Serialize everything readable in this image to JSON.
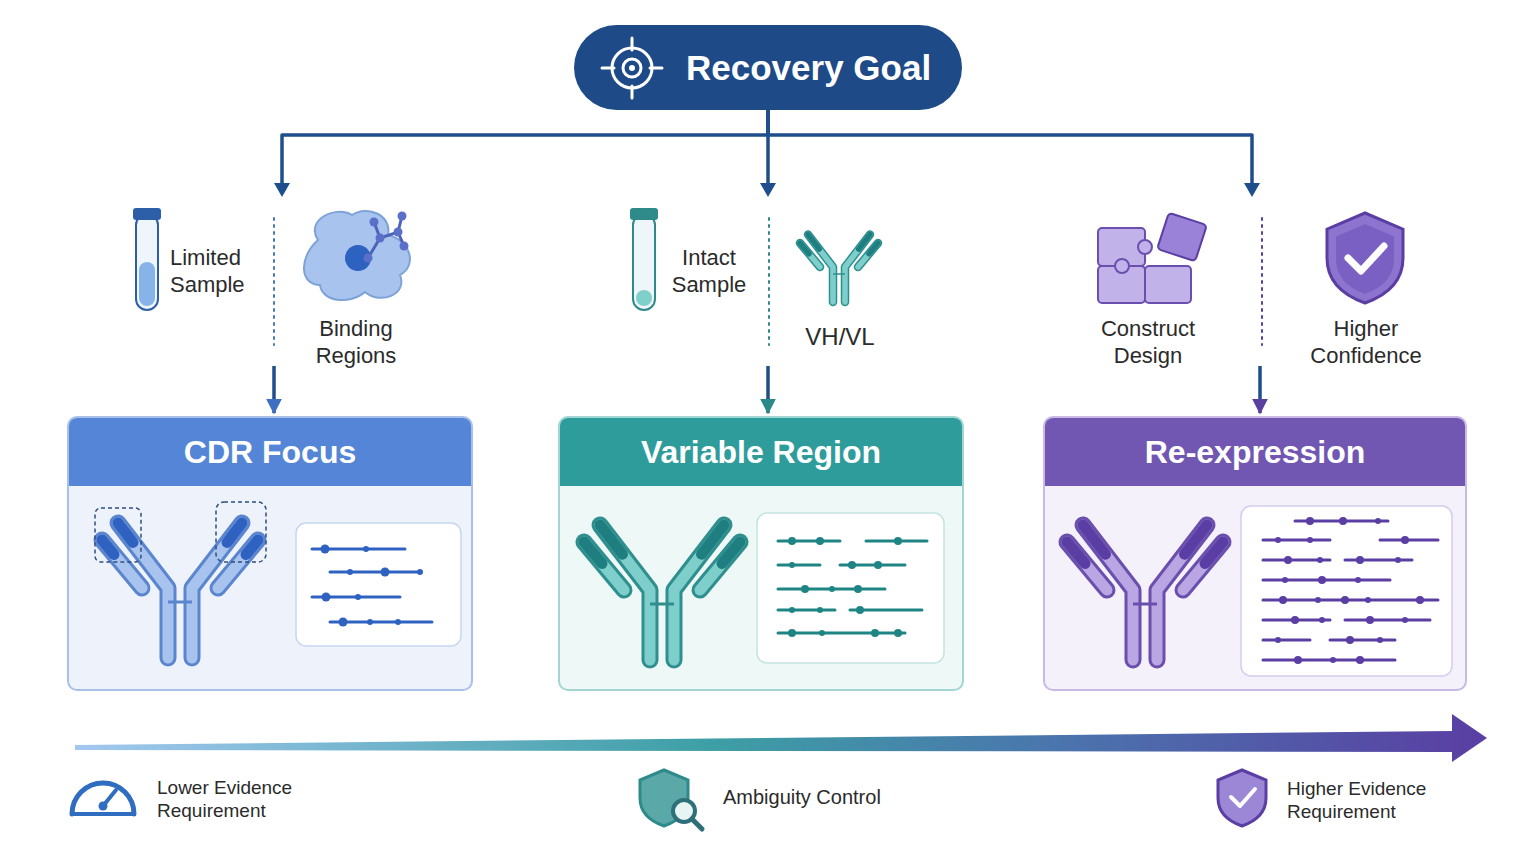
{
  "diagram": {
    "nodes": [
      {
        "text": [
          "Recovery Goal"
        ]
      },
      {
        "text": [
          "CDR Focus"
        ]
      },
      {
        "text": [
          "Variable Region"
        ]
      },
      {
        "text": [
          "Re-expression"
        ]
      }
    ],
    "edges": [
      {
        "from": 0,
        "to": 1,
        "arrow": "to"
      },
      {
        "from": 0,
        "to": 2,
        "arrow": "to"
      },
      {
        "from": 0,
        "to": 3,
        "arrow": "to"
      }
    ],
    "labels": [
      "Limited Sample",
      "Binding Regions",
      "Intact Sample",
      "VH/VL",
      "Construct Design",
      "Higher Confidence",
      "Lower Evidence Requirement",
      "Ambiguity Control",
      "Higher Evidence Requirement"
    ]
  }
}
